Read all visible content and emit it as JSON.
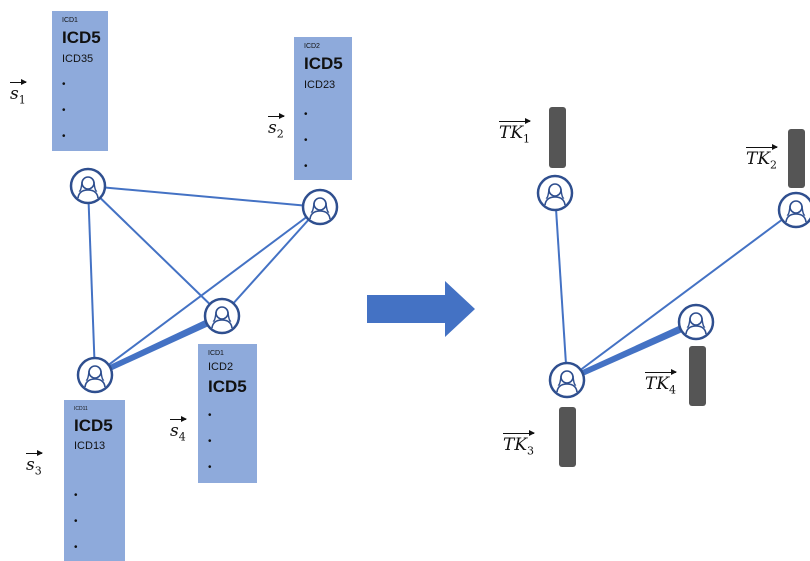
{
  "left": {
    "cards": [
      {
        "id": "s1",
        "lines": [
          "ICD1",
          "ICD5",
          "ICD35"
        ],
        "dots": 3
      },
      {
        "id": "s2",
        "lines": [
          "ICD2",
          "ICD5",
          "ICD23"
        ],
        "dots": 3
      },
      {
        "id": "s4",
        "lines": [
          "ICD1",
          "ICD2",
          "ICD5"
        ],
        "dots": 3
      },
      {
        "id": "s3",
        "lines": [
          "ICD11",
          "ICD5",
          "ICD13"
        ],
        "dots": 3
      }
    ],
    "vectors": [
      {
        "base": "s",
        "sub": "1"
      },
      {
        "base": "s",
        "sub": "2"
      },
      {
        "base": "s",
        "sub": "4"
      },
      {
        "base": "s",
        "sub": "3"
      }
    ]
  },
  "right": {
    "tokens": [
      {
        "base": "TK",
        "sub": "1"
      },
      {
        "base": "TK",
        "sub": "2"
      },
      {
        "base": "TK",
        "sub": "4"
      },
      {
        "base": "TK",
        "sub": "3"
      }
    ]
  },
  "colors": {
    "card": "#8eaadb",
    "edge": "#4472c4",
    "node_stroke": "#2f4f8f",
    "arrow": "#4472c4",
    "token": "#555555"
  },
  "icons": {
    "node": "user-icon",
    "transition": "right-arrow-icon"
  }
}
